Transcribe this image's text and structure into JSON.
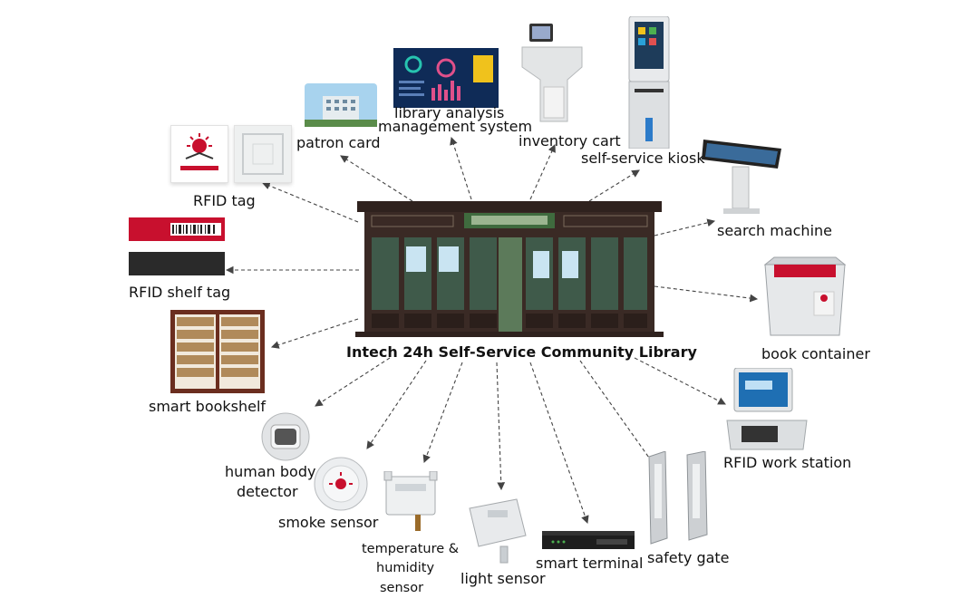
{
  "diagram": {
    "title": "Intech 24h Self-Service Community Library",
    "components": {
      "rfid_tag": "RFID tag",
      "patron_card": "patron card",
      "library_analysis_line1": "library analysis",
      "library_analysis_line2": "management system",
      "inventory_cart": "inventory cart",
      "self_service_kiosk": "self-service kiosk",
      "search_machine": "search machine",
      "rfid_shelf_tag": "RFID shelf tag",
      "book_container": "book container",
      "smart_bookshelf": "smart bookshelf",
      "rfid_work_station": "RFID work station",
      "human_body_line1": "human body",
      "human_body_line2": "detector",
      "smoke_sensor": "smoke sensor",
      "temp_line1": "temperature &",
      "temp_line2": "humidity",
      "temp_line3": "sensor",
      "light_sensor": "light sensor",
      "smart_terminal": "smart terminal",
      "safety_gate": "safety gate"
    }
  },
  "colors": {
    "arrow": "#444444",
    "kiosk_frame": "#3a2a25",
    "kiosk_roof": "#2f221e",
    "glass": "#3f5a4a",
    "accent_red": "#c8102e",
    "device_grey": "#d8dadc"
  },
  "icons": {
    "library_kiosk": "library-building-image",
    "rfid_tag": "rfid-tag-image",
    "patron_card": "patron-card-image",
    "analysis": "dashboard-image",
    "cart": "inventory-cart-image",
    "kiosk": "self-service-kiosk-image",
    "search": "search-machine-image",
    "shelf_tag": "shelf-tag-image",
    "container": "book-container-image",
    "bookshelf": "bookshelf-image",
    "workstation": "work-station-image",
    "detector": "motion-detector-image",
    "smoke": "smoke-sensor-image",
    "temp": "humidity-sensor-image",
    "light": "light-sensor-image",
    "terminal": "smart-terminal-image",
    "gate": "safety-gate-image"
  }
}
